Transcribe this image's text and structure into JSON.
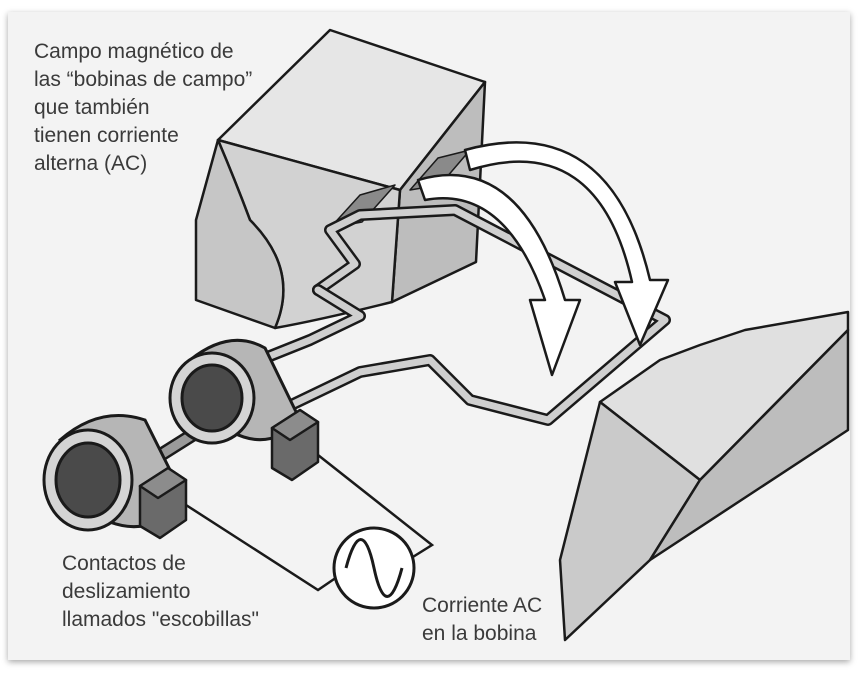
{
  "labels": {
    "field_coil": [
      "Campo magnético de",
      "las “bobinas de campo”",
      "que también",
      "tienen corriente",
      "alterna (AC)"
    ],
    "brushes": [
      "Contactos de",
      "deslizamiento",
      "llamados \"escobillas\""
    ],
    "coil_current": [
      "Corriente AC",
      "en la bobina"
    ]
  },
  "colors": {
    "magnet_face": "#d2d2d2",
    "magnet_side": "#bdbdbd",
    "magnet_top": "#e6e6e6",
    "outline": "#1a1a1a",
    "arrow_fill": "#ffffff",
    "wire_fill": "#cfcfcf",
    "text": "#3a3a3a"
  },
  "icons": {
    "ac_source": "sine-wave-icon"
  }
}
